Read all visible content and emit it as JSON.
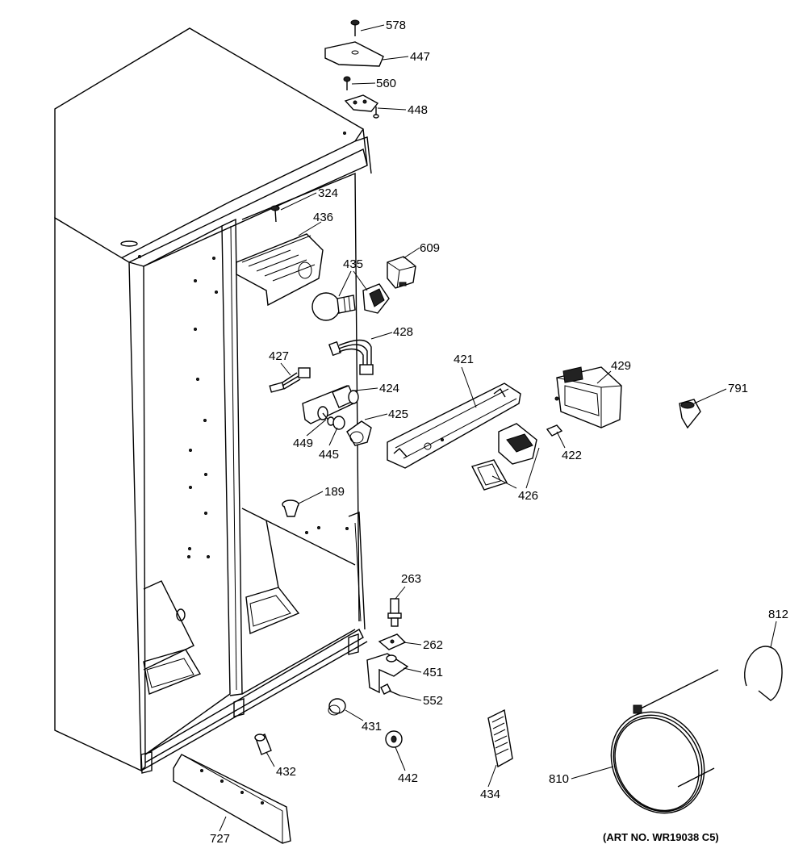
{
  "diagram": {
    "art_number": "(ART NO. WR19038 C5)",
    "callouts": {
      "p578": "578",
      "p447": "447",
      "p560": "560",
      "p448": "448",
      "p324": "324",
      "p436": "436",
      "p435": "435",
      "p609": "609",
      "p428": "428",
      "p427": "427",
      "p424": "424",
      "p425": "425",
      "p449": "449",
      "p445": "445",
      "p421": "421",
      "p429": "429",
      "p791": "791",
      "p422": "422",
      "p426": "426",
      "p189": "189",
      "p263": "263",
      "p262": "262",
      "p451": "451",
      "p552": "552",
      "p431": "431",
      "p432": "432",
      "p442": "442",
      "p434": "434",
      "p810": "810",
      "p812": "812",
      "p727": "727"
    }
  }
}
